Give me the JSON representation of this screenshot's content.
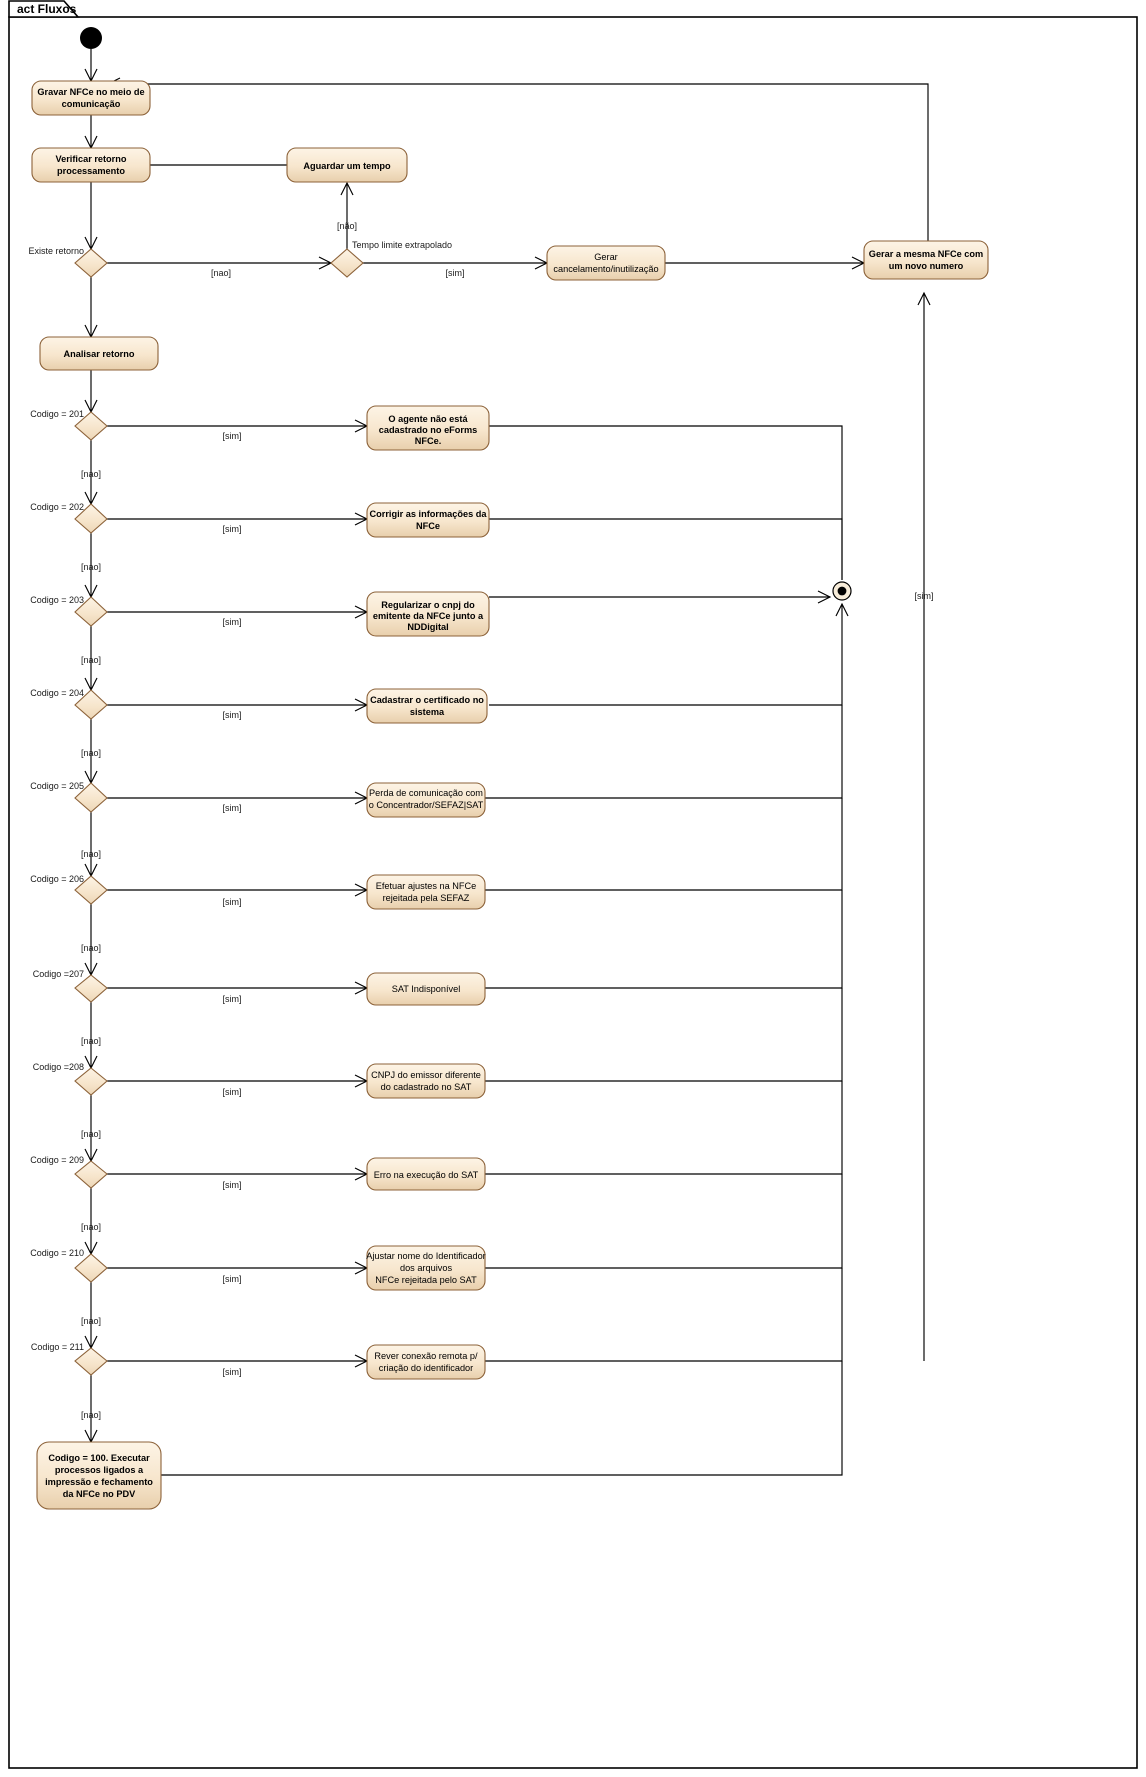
{
  "frame": {
    "tab_label": "act Fluxos"
  },
  "colors": {
    "action_fill_light": "#fdf3e3",
    "action_fill_dark": "#e8cfac",
    "action_stroke": "#8c6239",
    "line": "#000000",
    "canvas": "#ffffff"
  },
  "nodes": {
    "initial": {
      "name": "initial-node"
    },
    "final": {
      "name": "activity-final-node"
    },
    "actions": [
      {
        "id": "gravar",
        "label_lines": [
          "Gravar NFCe no meio de",
          "comunicação"
        ],
        "bold": true
      },
      {
        "id": "verificar",
        "label_lines": [
          "Verificar retorno",
          "processamento"
        ],
        "bold": true
      },
      {
        "id": "aguardar",
        "label_lines": [
          "Aguardar um tempo"
        ],
        "bold": true
      },
      {
        "id": "gerar-cancelamento",
        "label_lines": [
          "Gerar",
          "cancelamento/inutilização"
        ],
        "bold": false
      },
      {
        "id": "gerar-mesma-nfce",
        "label_lines": [
          "Gerar a mesma NFCe com",
          "um novo numero"
        ],
        "bold": true
      },
      {
        "id": "analisar",
        "label_lines": [
          "Analisar retorno"
        ],
        "bold": true
      },
      {
        "id": "agente-nao-cadastrado",
        "label_lines": [
          "O agente não está",
          "cadastrado no eForms",
          "NFCe."
        ],
        "bold": true
      },
      {
        "id": "corrigir-informacoes",
        "label_lines": [
          "Corrigir as informações da",
          "NFCe"
        ],
        "bold": true
      },
      {
        "id": "regularizar-cnpj",
        "label_lines": [
          "Regularizar o cnpj do",
          "emitente da NFCe junto a",
          "NDDigital"
        ],
        "bold": true
      },
      {
        "id": "cadastrar-certificado",
        "label_lines": [
          "Cadastrar o certificado no",
          "sistema"
        ],
        "bold": true
      },
      {
        "id": "perda-comunicacao",
        "label_lines": [
          "Perda de comunicação com",
          "o Concentrador/SEFAZ|SAT"
        ],
        "bold": false
      },
      {
        "id": "efetuar-ajustes",
        "label_lines": [
          "Efetuar ajustes na NFCe",
          "rejeitada pela SEFAZ"
        ],
        "bold": false
      },
      {
        "id": "sat-indisponivel",
        "label_lines": [
          "SAT Indisponível"
        ],
        "bold": false
      },
      {
        "id": "cnpj-diferente",
        "label_lines": [
          "CNPJ do emissor diferente",
          "do cadastrado no SAT"
        ],
        "bold": false
      },
      {
        "id": "erro-execucao-sat",
        "label_lines": [
          "Erro na execução do SAT"
        ],
        "bold": false
      },
      {
        "id": "ajustar-nome-identificador",
        "label_lines": [
          "Ajustar nome do Identificador",
          "dos arquivos",
          "NFCe rejeitada pelo SAT"
        ],
        "bold": false
      },
      {
        "id": "rever-conexao-remota",
        "label_lines": [
          "Rever conexão remota p/",
          "criação do identificador"
        ],
        "bold": false
      },
      {
        "id": "codigo-100",
        "label_lines": [
          "Codigo = 100. Executar",
          "processos ligados a",
          "impressão e fechamento",
          "da NFCe no PDV"
        ],
        "bold": true
      }
    ],
    "decisions": [
      {
        "id": "existe-retorno",
        "label": "Existe retorno",
        "yes_guard": "",
        "no_guard": "[nao]"
      },
      {
        "id": "tempo-limite",
        "label": "Tempo limite extrapolado",
        "yes_guard": "[sim]",
        "no_guard": "[não]"
      },
      {
        "id": "codigo-201",
        "label": "Codigo = 201",
        "yes_guard": "[sim]",
        "no_guard": "[nao]"
      },
      {
        "id": "codigo-202",
        "label": "Codigo = 202",
        "yes_guard": "[sim]",
        "no_guard": "[nao]"
      },
      {
        "id": "codigo-203",
        "label": "Codigo = 203",
        "yes_guard": "[sim]",
        "no_guard": "[nao]"
      },
      {
        "id": "codigo-204",
        "label": "Codigo = 204",
        "yes_guard": "[sim]",
        "no_guard": "[nao]"
      },
      {
        "id": "codigo-205",
        "label": "Codigo = 205",
        "yes_guard": "[sim]",
        "no_guard": "[nao]"
      },
      {
        "id": "codigo-206",
        "label": "Codigo = 206",
        "yes_guard": "[sim]",
        "no_guard": "[nao]"
      },
      {
        "id": "codigo-207",
        "label": "Codigo =207",
        "yes_guard": "[sim]",
        "no_guard": "[nao]"
      },
      {
        "id": "codigo-208",
        "label": "Codigo =208",
        "yes_guard": "[sim]",
        "no_guard": "[nao]"
      },
      {
        "id": "codigo-209",
        "label": "Codigo = 209",
        "yes_guard": "[sim]",
        "no_guard": "[nao]"
      },
      {
        "id": "codigo-210",
        "label": "Codigo = 210",
        "yes_guard": "[sim]",
        "no_guard": "[nao]"
      },
      {
        "id": "codigo-211",
        "label": "Codigo = 211",
        "yes_guard": "[sim]",
        "no_guard": "[nao]"
      }
    ]
  },
  "edge_guards": {
    "existe_retorno_nao": "[nao]",
    "tempo_limite_sim": "[sim]",
    "tempo_limite_nao": "[não]",
    "codigo_201_sim": "[sim]",
    "codigo_201_nao": "[nao]",
    "codigo_202_sim": "[sim]",
    "codigo_202_nao": "[nao]",
    "codigo_203_sim": "[sim]",
    "codigo_203_nao": "[nao]",
    "codigo_204_sim": "[sim]",
    "codigo_204_nao": "[nao]",
    "codigo_205_sim": "[sim]",
    "codigo_205_nao": "[nao]",
    "codigo_206_sim": "[sim]",
    "codigo_206_nao": "[nao]",
    "codigo_207_sim": "[sim]",
    "codigo_207_nao": "[nao]",
    "codigo_208_sim": "[sim]",
    "codigo_208_nao": "[nao]",
    "codigo_209_sim": "[sim]",
    "codigo_209_nao": "[nao]",
    "codigo_210_sim": "[sim]",
    "codigo_210_nao": "[nao]",
    "codigo_211_sim": "[sim]",
    "codigo_211_nao": "[nao]",
    "final_right_sim": "[sim]"
  }
}
